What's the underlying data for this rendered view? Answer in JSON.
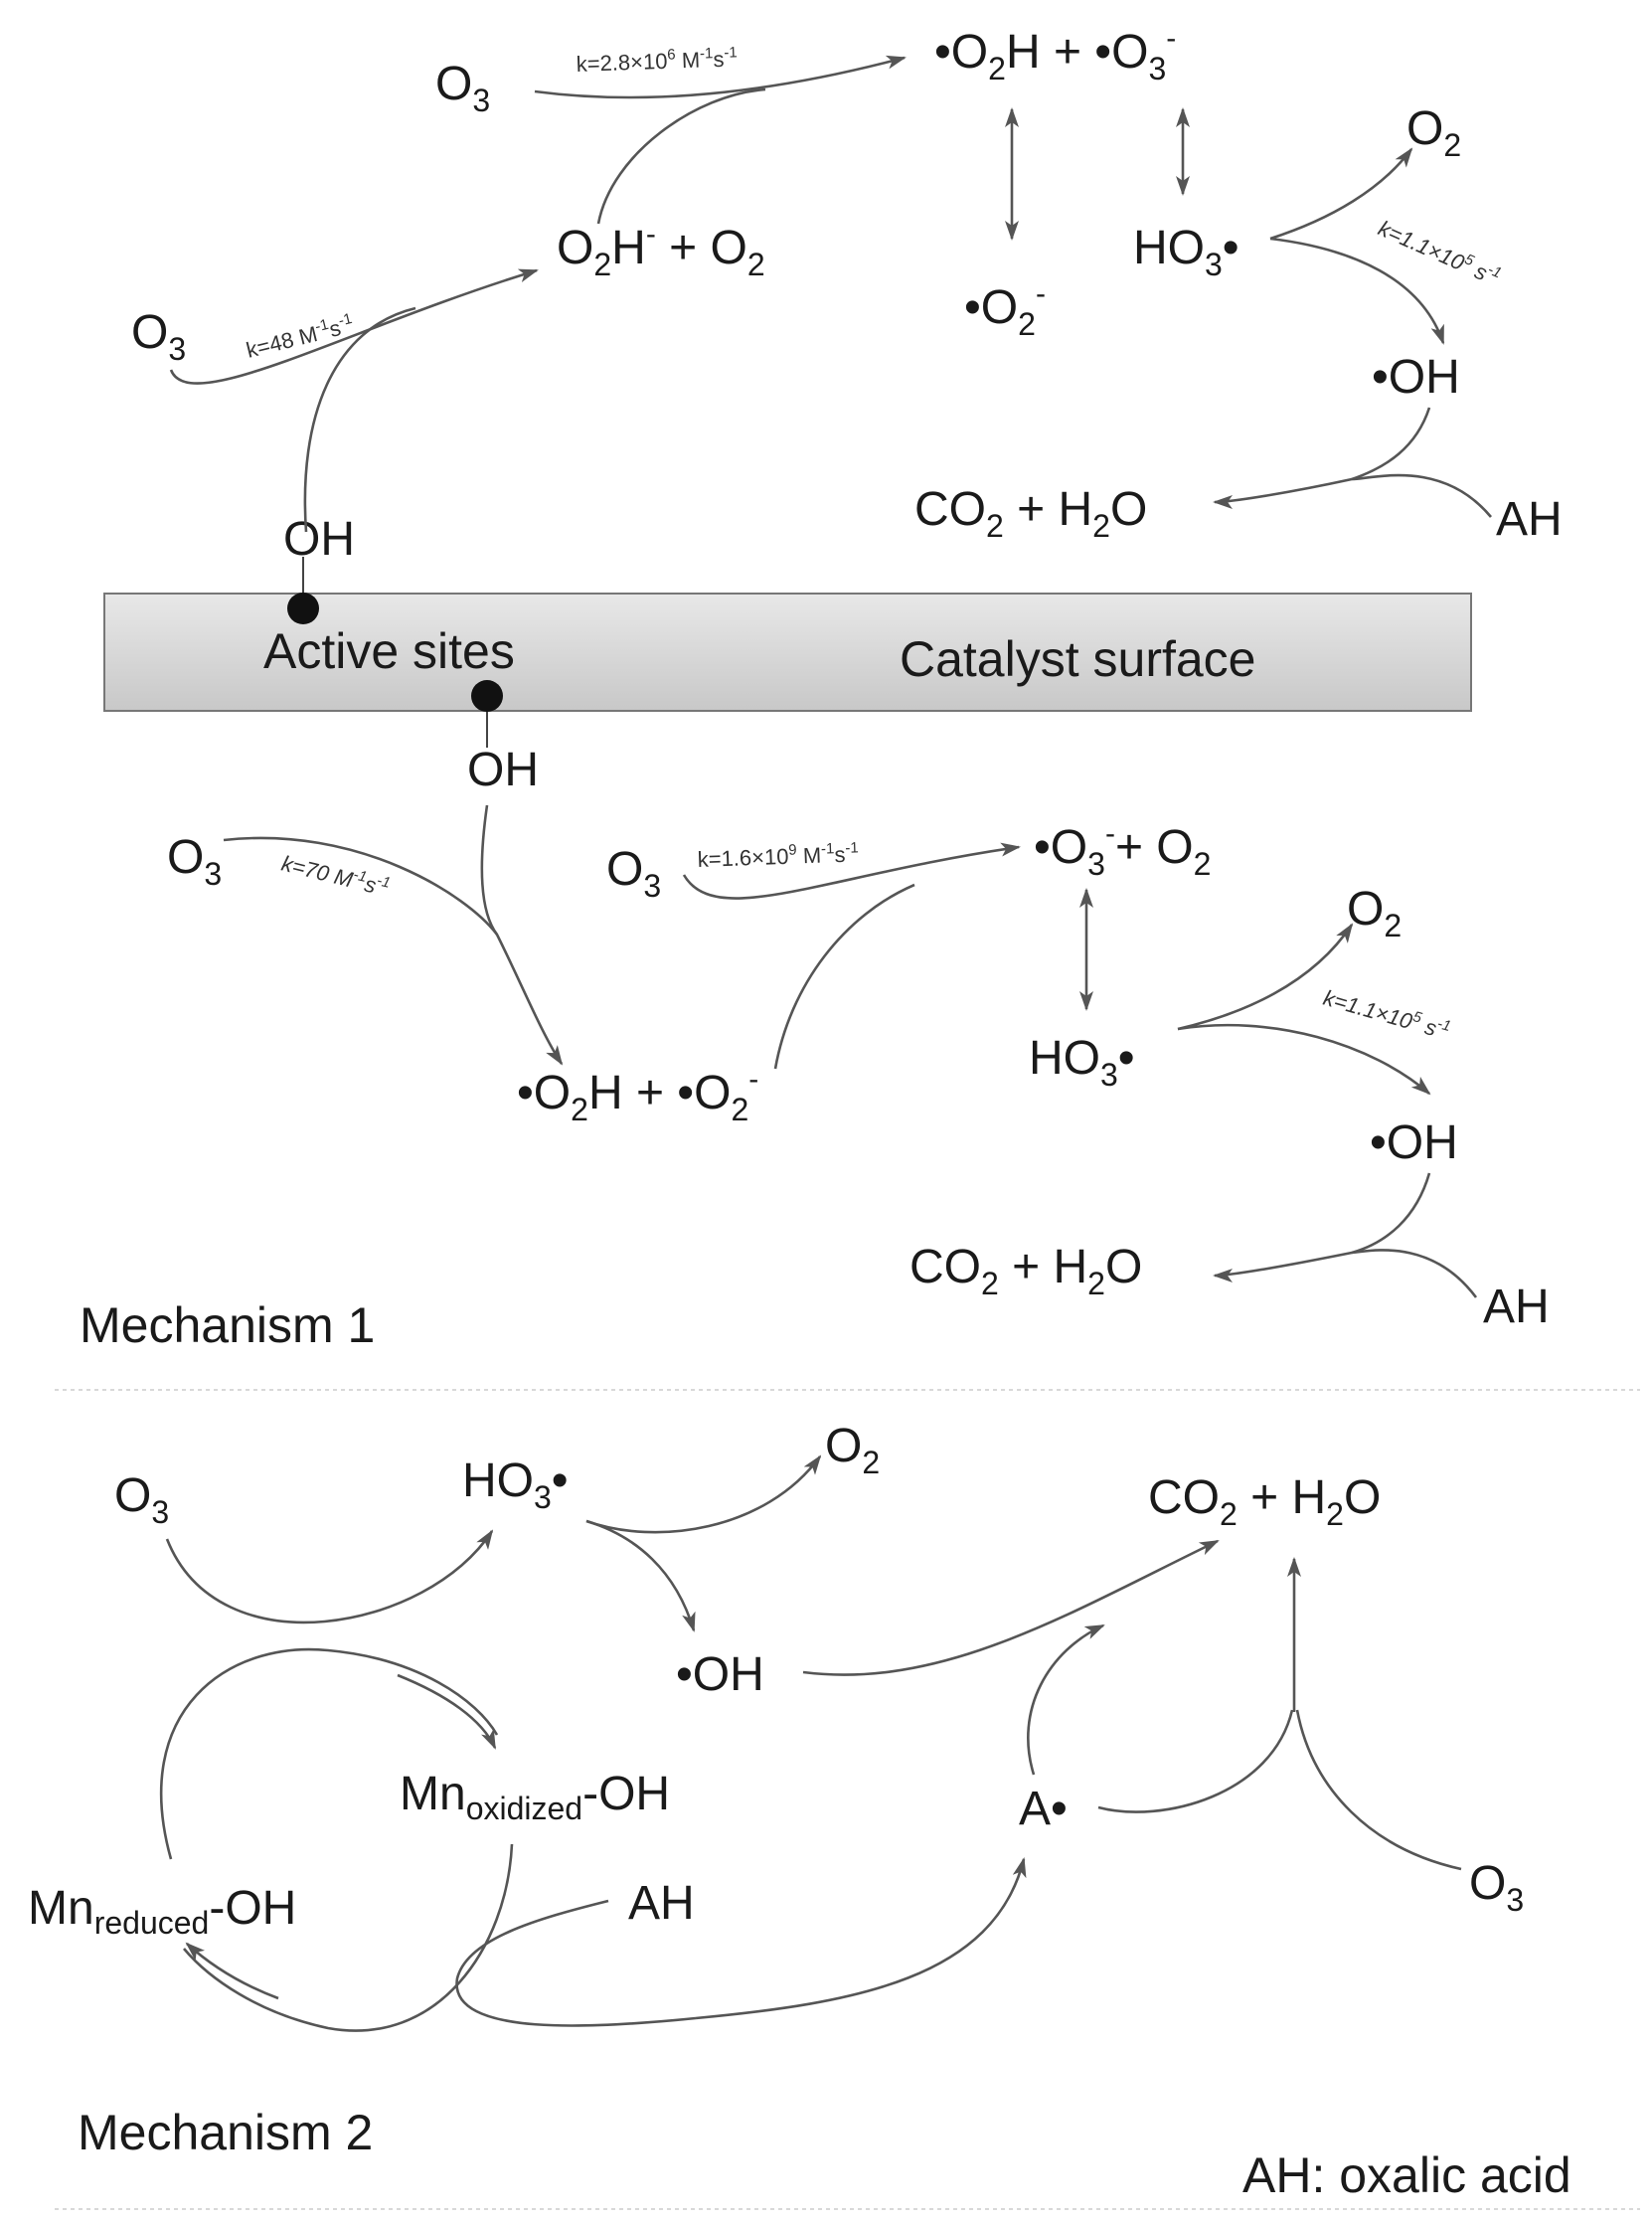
{
  "colors": {
    "arrow": "#555555",
    "text": "#1a1a1a",
    "surface_fill_top": "#e8e8e8",
    "surface_fill_bottom": "#c8c8c8",
    "surface_stroke": "#777777",
    "active_site_dot": "#111111"
  },
  "surface": {
    "active_sites": "Active sites",
    "catalyst_surface": "Catalyst surface"
  },
  "mechanism1": {
    "label": "Mechanism 1",
    "top": {
      "o3_a": "O3",
      "o3_b": "O3",
      "oh": "OH",
      "o2h_minus_o2": "O2H- + O2",
      "o2h_o3_radicals": "•O2H + •O3-",
      "o2_minus_radical": "•O2-",
      "ho3_radical": "HO3•",
      "o2": "O2",
      "oh_radical": "•OH",
      "co2_h2o": "CO2 + H2O",
      "ah": "AH",
      "k1": "k=48 M-1s-1",
      "k2": "k=2.8×106 M-1s-1",
      "k3": "k=1.1×105 s-1"
    },
    "bottom": {
      "oh": "OH",
      "o3_a": "O3",
      "o3_b": "O3",
      "o2h_o2_radicals": "•O2H + •O2-",
      "o3_minus_o2": "•O3- + O2",
      "ho3_radical": "HO3•",
      "o2": "O2",
      "oh_radical": "•OH",
      "co2_h2o": "CO2 + H2O",
      "ah": "AH",
      "k1": "k=70 M-1s-1",
      "k2": "k=1.6×109 M-1s-1",
      "k3": "k=1.1×105 s-1"
    }
  },
  "mechanism2": {
    "label": "Mechanism 2",
    "o3_left": "O3",
    "ho3_radical": "HO3•",
    "o2": "O2",
    "oh_radical": "•OH",
    "co2_h2o": "CO2 + H2O",
    "mn_oxidized": "Mnoxidized-OH",
    "mn_reduced": "Mnreduced-OH",
    "ah": "AH",
    "a_radical": "A•",
    "o3_right": "O3",
    "legend": "AH: oxalic acid"
  }
}
